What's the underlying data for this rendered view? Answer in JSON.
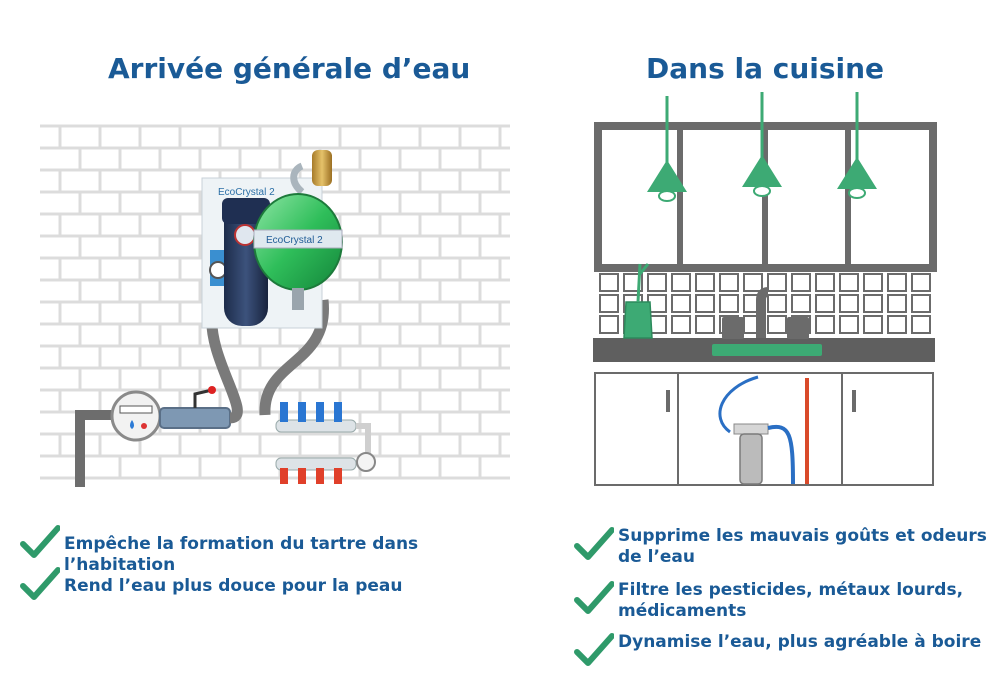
{
  "left": {
    "title": "Arrivée générale d’eau",
    "device_front_brand": "EcoCrystal 2",
    "device_back_brand": "EcoCrystal 2",
    "benefits": [
      "Empêche la formation du tartre dans l’habitation",
      "Rend l’eau plus douce pour la peau"
    ]
  },
  "right": {
    "title": "Dans la cuisine",
    "benefits": [
      "Supprime les mauvais goûts et odeurs de l’eau",
      "Filtre les pesticides, métaux lourds, médicaments",
      "Dynamise l’eau, plus agréable à boire"
    ]
  },
  "colors": {
    "title": "#1a5a96",
    "check": "#2f9a6a",
    "lamp": "#3daa74",
    "structure": "#6b6b6b",
    "brick_line": "#dcdcdc"
  }
}
